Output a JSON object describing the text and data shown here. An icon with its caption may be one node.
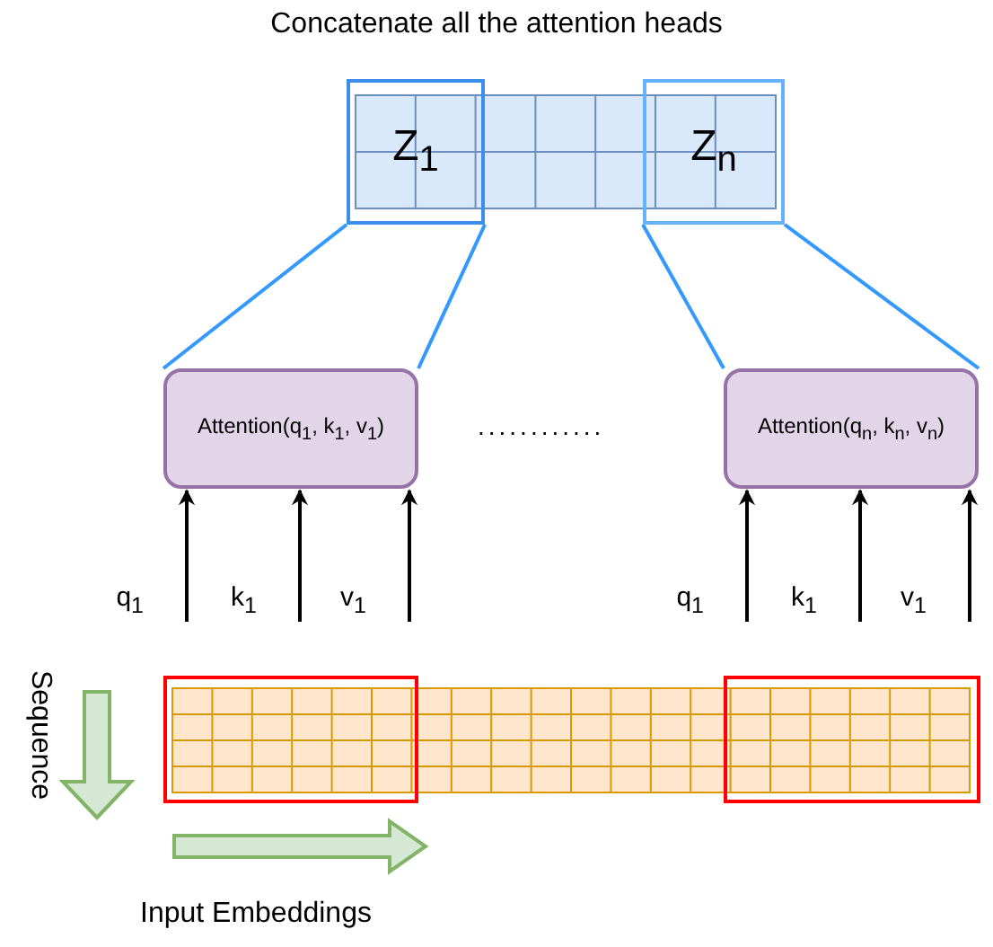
{
  "diagram": {
    "title": "Concatenate all the attention heads",
    "nodes": [
      {
        "text": [
          "Z$_{1}$"
        ]
      },
      {
        "text": [
          "Z$_{n}$"
        ]
      },
      {
        "text": [
          "Attention(q$_{1}$, k$_{1}$, v$_{1}$)"
        ]
      },
      {
        "text": [
          "Attention(q$_{n}$, k$_{n}$, v$_{n}$)"
        ]
      },
      {
        "text": [],
        "shape": "box"
      },
      {
        "text": [],
        "shape": "box"
      }
    ],
    "edges": [
      {
        "from": 0,
        "to": 2,
        "arrow": "none",
        "color": "#3399ff"
      },
      {
        "from": 0,
        "to": 2,
        "arrow": "none",
        "color": "#3399ff"
      },
      {
        "from": 1,
        "to": 3,
        "arrow": "none",
        "color": "#3399ff"
      },
      {
        "from": 1,
        "to": 3,
        "arrow": "none",
        "color": "#3399ff"
      },
      {
        "from": null,
        "to": 2,
        "arrow": "to",
        "label": "q$_{1}$"
      },
      {
        "from": null,
        "to": 2,
        "arrow": "to",
        "label": "k$_{1}$"
      },
      {
        "from": null,
        "to": 2,
        "arrow": "to",
        "label": "v$_{1}$"
      },
      {
        "from": null,
        "to": 3,
        "arrow": "to",
        "label": "q$_{1}$"
      },
      {
        "from": null,
        "to": 3,
        "arrow": "to",
        "label": "k$_{1}$"
      },
      {
        "from": null,
        "to": 3,
        "arrow": "to",
        "label": "v$_{1}$"
      }
    ],
    "labels": [
      "............",
      "Sequence",
      "Input Embeddings"
    ]
  }
}
